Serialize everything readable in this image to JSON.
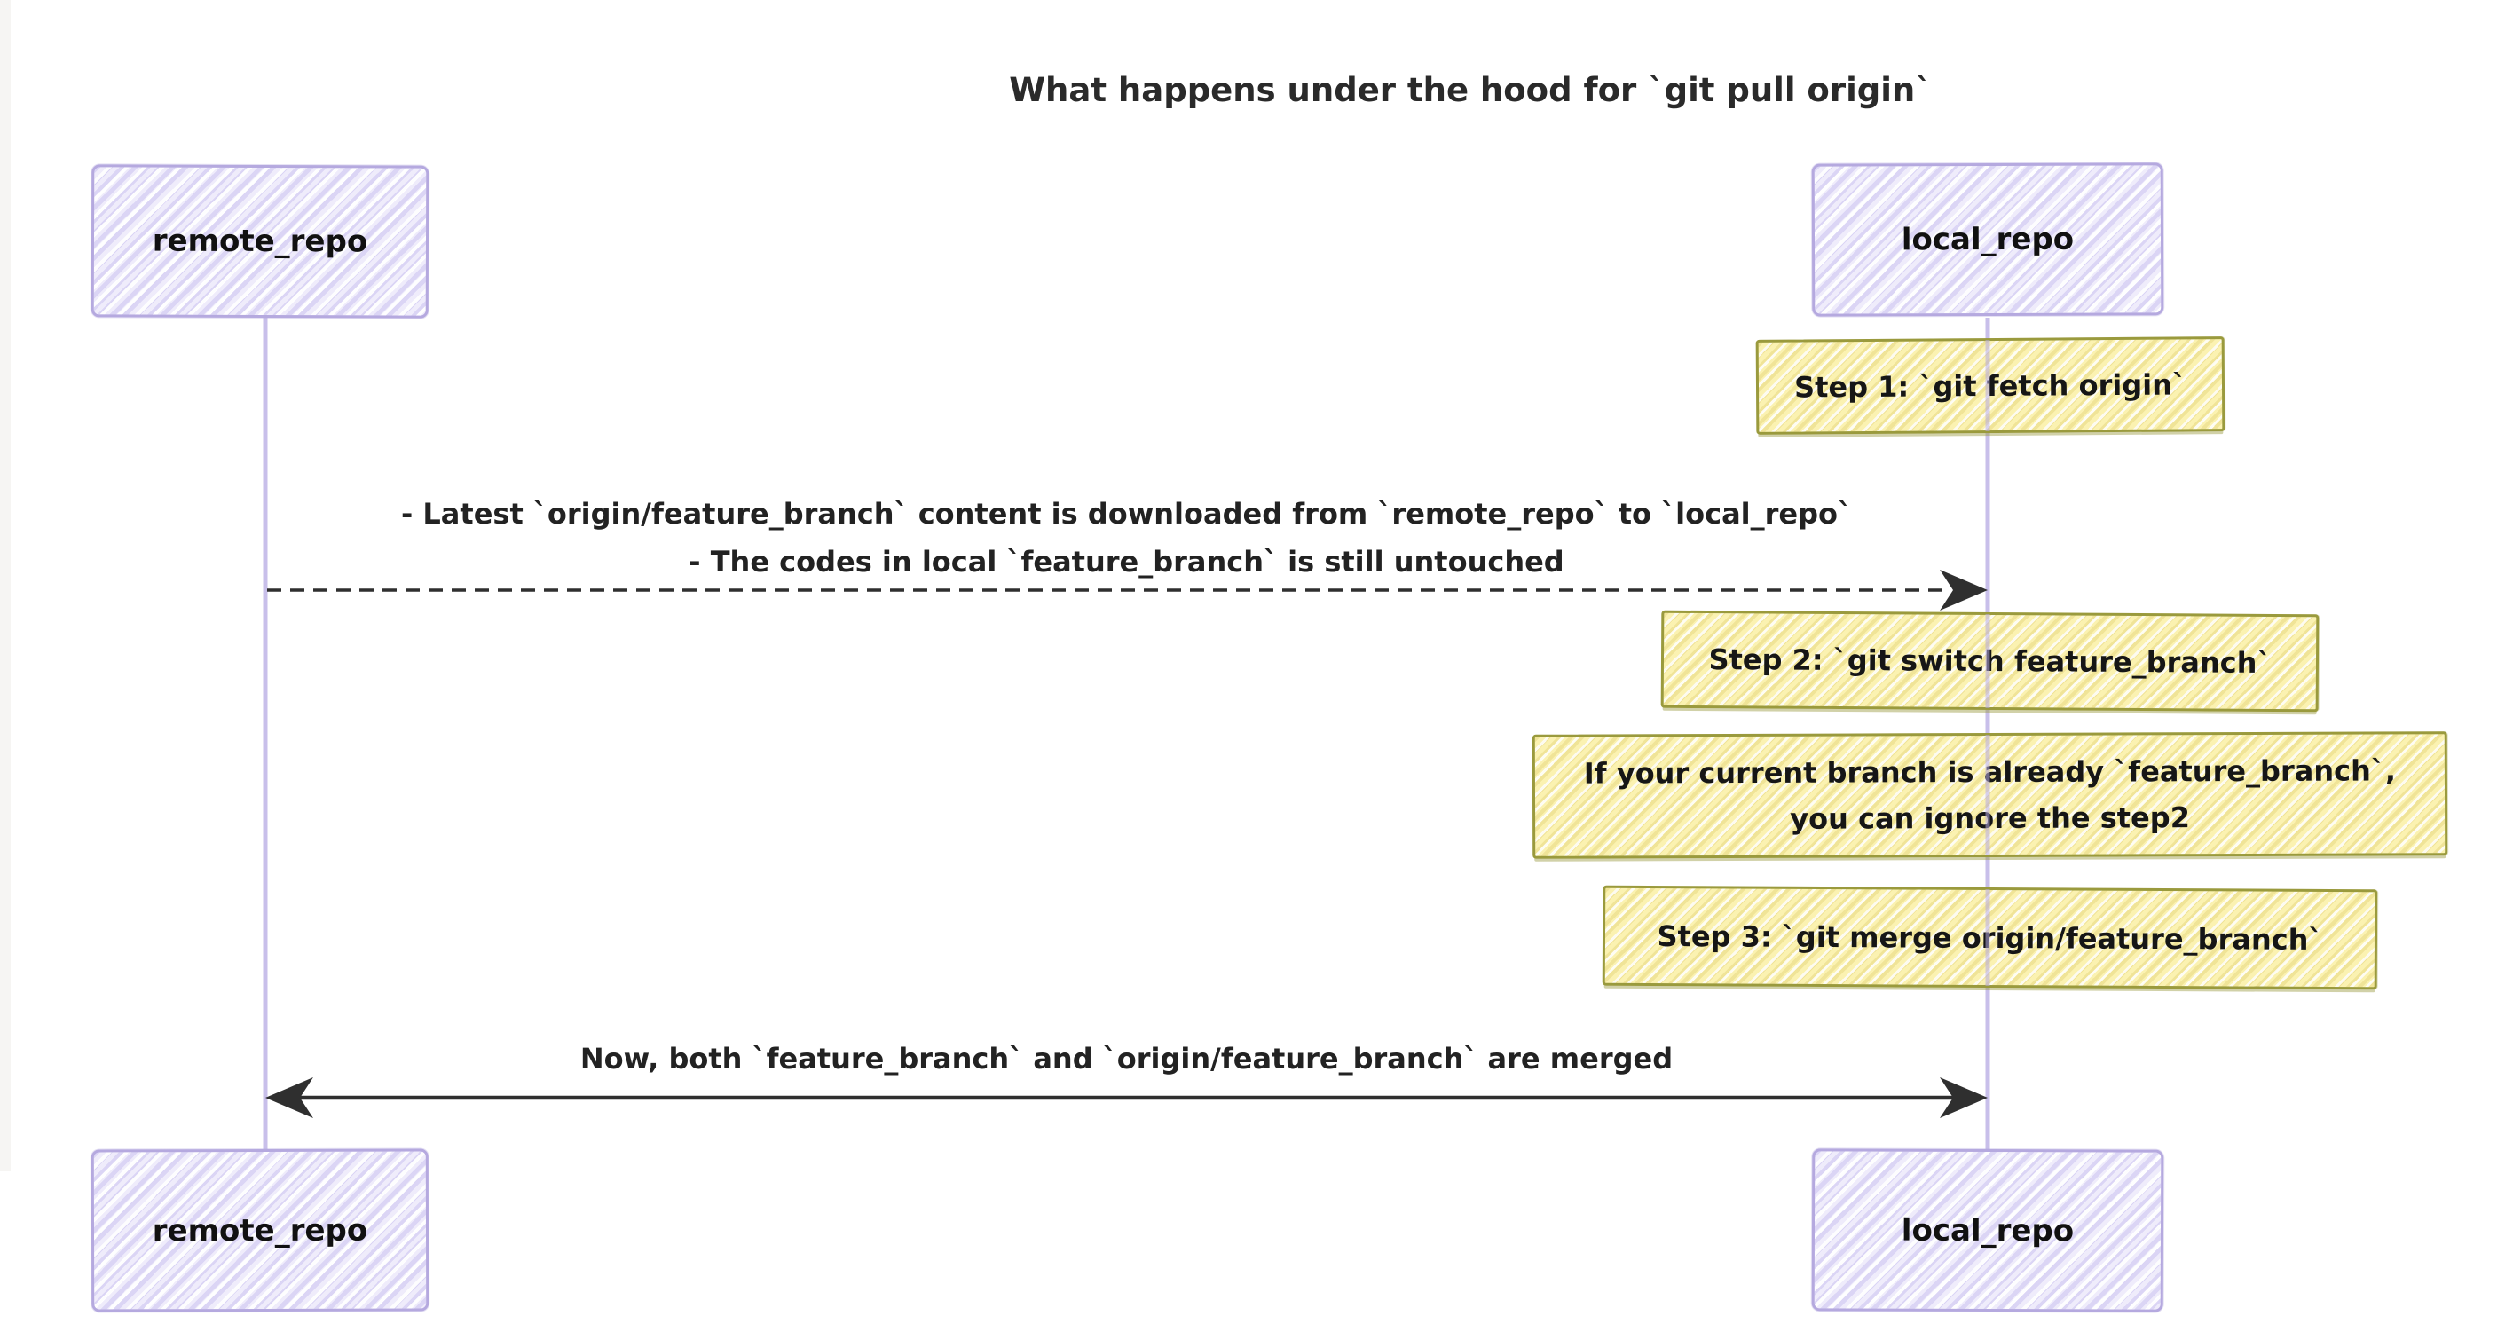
{
  "title": "What happens under the hood for `git pull origin`",
  "actors": {
    "remote": {
      "label": "remote_repo"
    },
    "local": {
      "label": "local_repo"
    }
  },
  "notes": {
    "step1": "Step 1: `git fetch origin`",
    "step2": "Step 2: `git switch feature_branch`",
    "step2_hint_line1": "If your current branch is already `feature_branch`,",
    "step2_hint_line2": "you can ignore the step2",
    "step3": "Step 3: `git merge origin/feature_branch`"
  },
  "messages": {
    "fetch_line1": "- Latest `origin/feature_branch` content is downloaded from `remote_repo` to `local_repo`",
    "fetch_line2": "- The codes in local `feature_branch` is still untouched",
    "merge": "Now, both `feature_branch` and `origin/feature_branch` are merged"
  },
  "colors": {
    "background": "#ffffff",
    "actor_fill": "#efecfb",
    "actor_border": "#b5a9df",
    "lifeline": "#c8bfea",
    "note_fill": "#faf0a6",
    "note_border": "#9a9a3d",
    "message_line": "#2f2f2f",
    "text": "#1a1a1a"
  }
}
